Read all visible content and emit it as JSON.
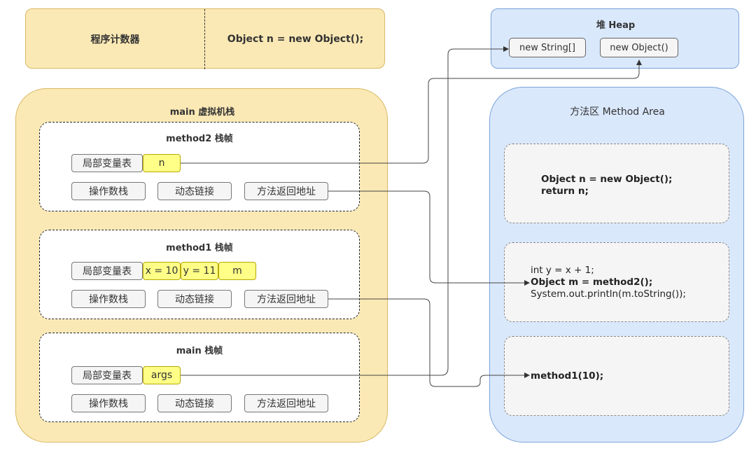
{
  "program_counter": {
    "label": "程序计数器",
    "value": "Object n = new Object();"
  },
  "heap": {
    "title": "堆 Heap",
    "items": [
      "new String[]",
      "new Object()"
    ]
  },
  "stack": {
    "title": "main 虚拟机栈",
    "frames": [
      {
        "title": "method2 栈帧",
        "locals_label": "局部变量表",
        "locals": [
          "n"
        ],
        "cells": [
          "操作数栈",
          "动态链接",
          "方法返回地址"
        ]
      },
      {
        "title": "method1 栈帧",
        "locals_label": "局部变量表",
        "locals": [
          "x = 10",
          "y = 11",
          "m"
        ],
        "cells": [
          "操作数栈",
          "动态链接",
          "方法返回地址"
        ]
      },
      {
        "title": "main 栈帧",
        "locals_label": "局部变量表",
        "locals": [
          "args"
        ],
        "cells": [
          "操作数栈",
          "动态链接",
          "方法返回地址"
        ]
      }
    ]
  },
  "method_area": {
    "title": "方法区 Method Area",
    "blocks": [
      {
        "lines": [
          "Object n = new Object();",
          "return n;"
        ]
      },
      {
        "lines": [
          "int y = x + 1;",
          "Object m = method2();",
          "System.out.println(m.toString());"
        ]
      },
      {
        "lines": [
          "method1(10);"
        ]
      }
    ]
  }
}
